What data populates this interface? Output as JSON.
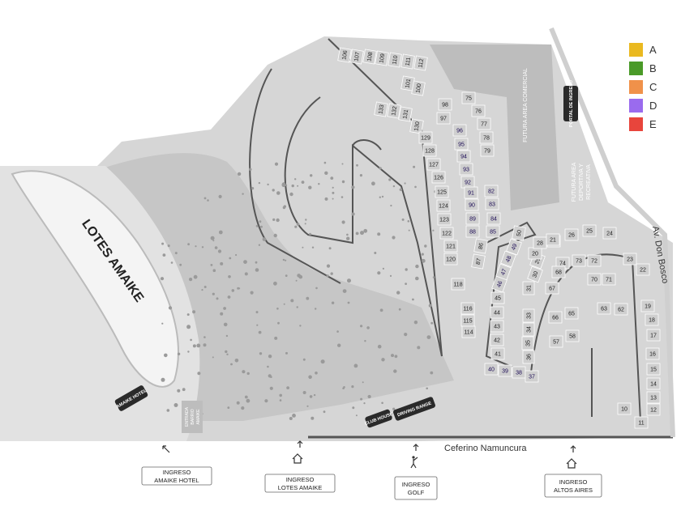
{
  "map": {
    "region_label": "LOTES AMAIKE",
    "street_bottom": "Ceferino Namuncura",
    "street_right": "Av. Don Bosco",
    "area_commercial": "FUTURA AREA COMERCIAL",
    "area_sports_1": "FUTURA AREA",
    "area_sports_2": "DEPORTIVA Y",
    "area_sports_3": "RECREATIVA",
    "badge_top": "PORTAL DE INGRESO",
    "badge_amaike": "AMAIKE HOTEL",
    "badge_clubhouse": "CLUB HOUSE",
    "badge_driving": "DRIVING RANGE",
    "badge_entry_line1": "ENTRADA",
    "badge_entry_line2": "BARRIO",
    "badge_entry_line3": "AMAIKE"
  },
  "legend": {
    "items": [
      {
        "label": "A",
        "color": "#eab920"
      },
      {
        "label": "B",
        "color": "#4a9a28"
      },
      {
        "label": "C",
        "color": "#f0914a"
      },
      {
        "label": "D",
        "color": "#9a6bee"
      },
      {
        "label": "E",
        "color": "#e8453c"
      }
    ]
  },
  "entrances": [
    {
      "line1": "INGRESO",
      "line2": "AMAIKE HOTEL",
      "icon": "arrow-up-left-icon"
    },
    {
      "line1": "INGRESO",
      "line2": "LOTES AMAIKE",
      "icon": "house-icon"
    },
    {
      "line1": "INGRESO",
      "line2": "GOLF",
      "icon": "golfer-icon"
    },
    {
      "line1": "INGRESO",
      "line2": "ALTOS AIRES",
      "icon": "house-icon"
    }
  ],
  "highlight_category": "D",
  "highlight_color": "#9a6bee",
  "lots": [
    {
      "n": "106",
      "c": ""
    },
    {
      "n": "107",
      "c": ""
    },
    {
      "n": "108",
      "c": ""
    },
    {
      "n": "109",
      "c": ""
    },
    {
      "n": "110",
      "c": ""
    },
    {
      "n": "111",
      "c": ""
    },
    {
      "n": "112",
      "c": ""
    },
    {
      "n": "101",
      "c": ""
    },
    {
      "n": "100",
      "c": ""
    },
    {
      "n": "98",
      "c": ""
    },
    {
      "n": "97",
      "c": ""
    },
    {
      "n": "75",
      "c": ""
    },
    {
      "n": "76",
      "c": ""
    },
    {
      "n": "77",
      "c": ""
    },
    {
      "n": "78",
      "c": ""
    },
    {
      "n": "79",
      "c": ""
    },
    {
      "n": "133",
      "c": ""
    },
    {
      "n": "132",
      "c": ""
    },
    {
      "n": "131",
      "c": ""
    },
    {
      "n": "130",
      "c": ""
    },
    {
      "n": "129",
      "c": ""
    },
    {
      "n": "128",
      "c": ""
    },
    {
      "n": "127",
      "c": ""
    },
    {
      "n": "126",
      "c": ""
    },
    {
      "n": "125",
      "c": ""
    },
    {
      "n": "124",
      "c": ""
    },
    {
      "n": "123",
      "c": ""
    },
    {
      "n": "122",
      "c": ""
    },
    {
      "n": "121",
      "c": ""
    },
    {
      "n": "120",
      "c": ""
    },
    {
      "n": "118",
      "c": ""
    },
    {
      "n": "116",
      "c": ""
    },
    {
      "n": "115",
      "c": ""
    },
    {
      "n": "114",
      "c": ""
    },
    {
      "n": "96",
      "c": "D"
    },
    {
      "n": "95",
      "c": "D"
    },
    {
      "n": "94",
      "c": "D"
    },
    {
      "n": "93",
      "c": "D"
    },
    {
      "n": "92",
      "c": "D"
    },
    {
      "n": "91",
      "c": "D"
    },
    {
      "n": "90",
      "c": "D"
    },
    {
      "n": "89",
      "c": "D"
    },
    {
      "n": "88",
      "c": "D"
    },
    {
      "n": "82",
      "c": "D"
    },
    {
      "n": "83",
      "c": "D"
    },
    {
      "n": "84",
      "c": "D"
    },
    {
      "n": "85",
      "c": "D"
    },
    {
      "n": "86",
      "c": ""
    },
    {
      "n": "87",
      "c": ""
    },
    {
      "n": "49",
      "c": "D"
    },
    {
      "n": "48",
      "c": "D"
    },
    {
      "n": "47",
      "c": "D"
    },
    {
      "n": "46",
      "c": "D"
    },
    {
      "n": "50",
      "c": ""
    },
    {
      "n": "45",
      "c": ""
    },
    {
      "n": "44",
      "c": ""
    },
    {
      "n": "43",
      "c": ""
    },
    {
      "n": "42",
      "c": ""
    },
    {
      "n": "41",
      "c": ""
    },
    {
      "n": "40",
      "c": "D"
    },
    {
      "n": "39",
      "c": "D"
    },
    {
      "n": "38",
      "c": "D"
    },
    {
      "n": "37",
      "c": "D"
    },
    {
      "n": "36",
      "c": ""
    },
    {
      "n": "35",
      "c": ""
    },
    {
      "n": "34",
      "c": ""
    },
    {
      "n": "33",
      "c": ""
    },
    {
      "n": "31",
      "c": ""
    },
    {
      "n": "30",
      "c": ""
    },
    {
      "n": "29",
      "c": ""
    },
    {
      "n": "20",
      "c": ""
    },
    {
      "n": "28",
      "c": ""
    },
    {
      "n": "27",
      "c": ""
    },
    {
      "n": "21",
      "c": ""
    },
    {
      "n": "26",
      "c": ""
    },
    {
      "n": "25",
      "c": ""
    },
    {
      "n": "24",
      "c": ""
    },
    {
      "n": "23",
      "c": ""
    },
    {
      "n": "22",
      "c": ""
    },
    {
      "n": "74",
      "c": ""
    },
    {
      "n": "73",
      "c": ""
    },
    {
      "n": "72",
      "c": ""
    },
    {
      "n": "68",
      "c": ""
    },
    {
      "n": "67",
      "c": ""
    },
    {
      "n": "71",
      "c": ""
    },
    {
      "n": "70",
      "c": ""
    },
    {
      "n": "66",
      "c": ""
    },
    {
      "n": "65",
      "c": ""
    },
    {
      "n": "63",
      "c": ""
    },
    {
      "n": "62",
      "c": ""
    },
    {
      "n": "57",
      "c": ""
    },
    {
      "n": "58",
      "c": ""
    },
    {
      "n": "19",
      "c": ""
    },
    {
      "n": "18",
      "c": ""
    },
    {
      "n": "17",
      "c": ""
    },
    {
      "n": "16",
      "c": ""
    },
    {
      "n": "15",
      "c": ""
    },
    {
      "n": "14",
      "c": ""
    },
    {
      "n": "13",
      "c": ""
    },
    {
      "n": "12",
      "c": ""
    },
    {
      "n": "11",
      "c": ""
    },
    {
      "n": "10",
      "c": ""
    }
  ]
}
